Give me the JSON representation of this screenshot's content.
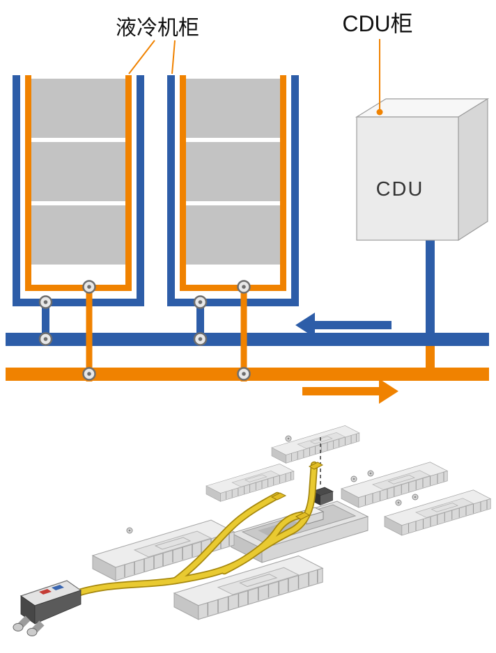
{
  "diagram": {
    "cabinet_label": "液冷机柜",
    "cdu_cabinet_label": "CDU柜",
    "cdu_unit_label": "CDU",
    "flow_supply_direction": "left",
    "flow_return_direction": "right",
    "colors": {
      "supply_blue": "#2d5da8",
      "return_orange": "#f08200",
      "server_gray": "#c3c3c3",
      "cable_yellow": "#e9ca31"
    }
  }
}
